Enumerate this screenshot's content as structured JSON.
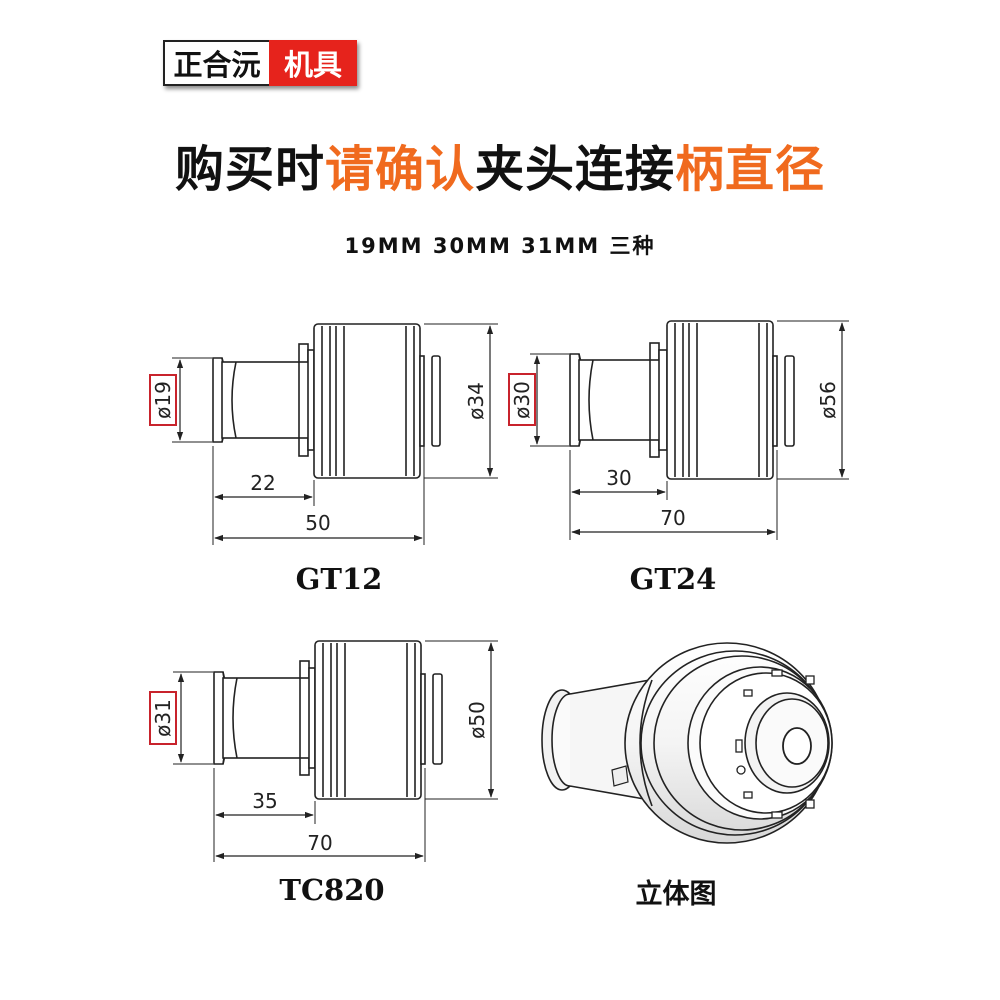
{
  "brand": {
    "name_left": "正合沅",
    "name_right": "机具"
  },
  "headline": {
    "parts": [
      {
        "text": "购买时",
        "style": "nm"
      },
      {
        "text": "请确认",
        "style": "hl"
      },
      {
        "text": "夹头连接",
        "style": "nm"
      },
      {
        "text": "柄直径",
        "style": "hl"
      }
    ]
  },
  "sizes_line": "19MM  30MM  31MM 三种",
  "colors": {
    "accent_orange": "#f06a1e",
    "brand_red": "#e6231c",
    "box_red": "#c8232c"
  },
  "drawings": [
    {
      "model": "GT12",
      "shank_dia": "ø19",
      "body_dia": "ø34",
      "len_short": "22",
      "len_total": "50"
    },
    {
      "model": "GT24",
      "shank_dia": "ø30",
      "body_dia": "ø56",
      "len_short": "30",
      "len_total": "70"
    },
    {
      "model": "TC820",
      "shank_dia": "ø31",
      "body_dia": "ø50",
      "len_short": "35",
      "len_total": "70"
    }
  ],
  "iso_caption": "立体图"
}
